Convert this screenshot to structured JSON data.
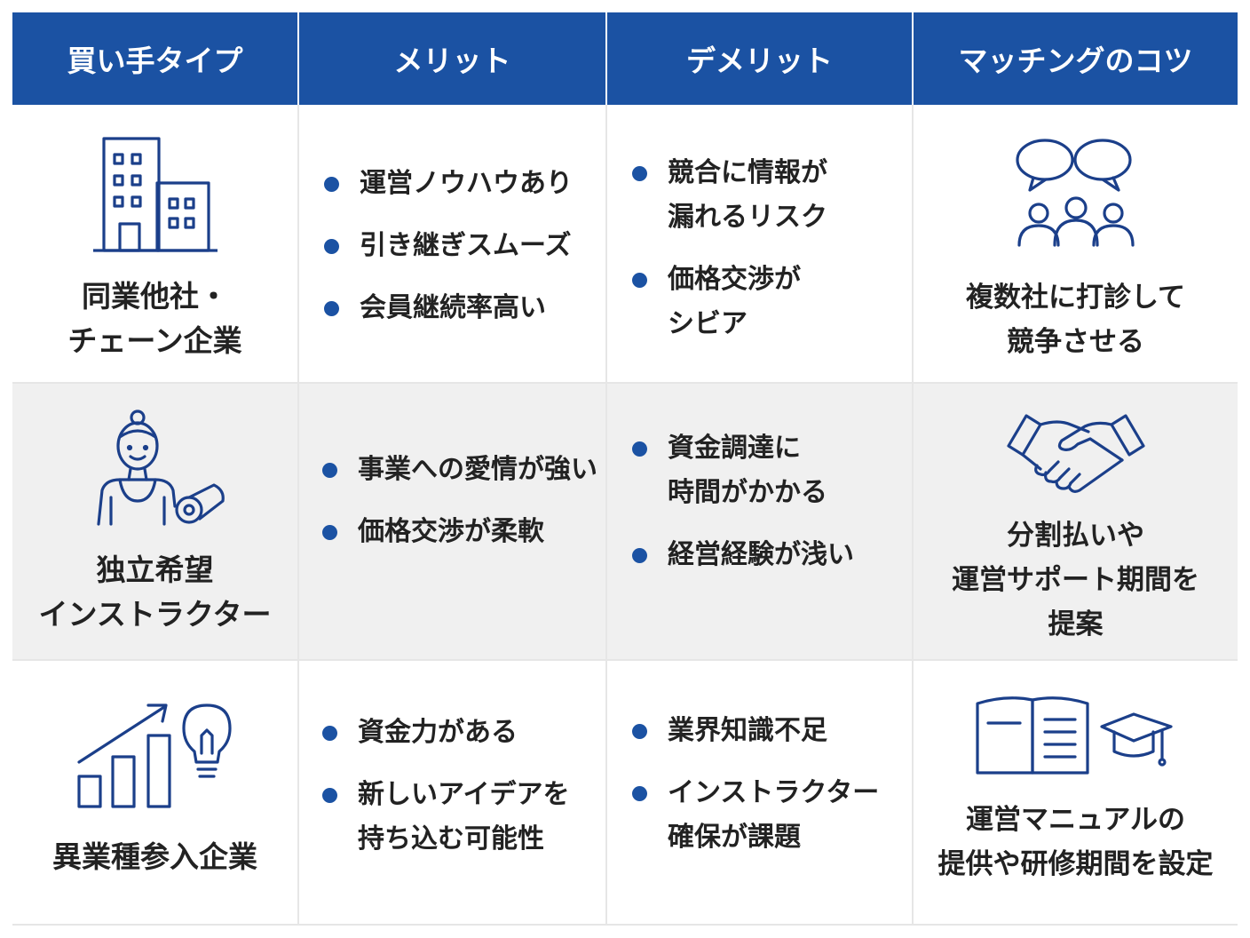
{
  "headers": [
    "買い手タイプ",
    "メリット",
    "デメリット",
    "マッチングのコツ"
  ],
  "rows": [
    {
      "type_label": "同業他社・\nチェーン企業",
      "icon": "office-building-icon",
      "merits": [
        "運営ノウハウあり",
        "引き継ぎスムーズ",
        "会員継続率高い"
      ],
      "demerits": [
        "競合に情報が\n漏れるリスク",
        "価格交渉が\nシビア"
      ],
      "tip_icon": "group-discussion-icon",
      "tip": "複数社に打診して\n競争させる"
    },
    {
      "type_label": "独立希望\nインストラクター",
      "icon": "instructor-with-yoga-mat-icon",
      "merits": [
        "事業への愛情が強い",
        "価格交渉が柔軟"
      ],
      "demerits": [
        "資金調達に\n時間がかかる",
        "経営経験が浅い"
      ],
      "tip_icon": "handshake-icon",
      "tip": "分割払いや\n運営サポート期間を\n提案"
    },
    {
      "type_label": "異業種参入企業",
      "icon": "growth-chart-lightbulb-icon",
      "merits": [
        "資金力がある",
        "新しいアイデアを\n持ち込む可能性"
      ],
      "demerits": [
        "業界知識不足",
        "インストラクター\n確保が課題"
      ],
      "tip_icon": "book-graduation-cap-icon",
      "tip": "運営マニュアルの\n提供や研修期間を設定"
    }
  ],
  "colors": {
    "header_bg": "#1b52a3",
    "bullet": "#1b52a3",
    "icon_stroke": "#1b3f8a",
    "alt_row": "#f0f0f0"
  }
}
